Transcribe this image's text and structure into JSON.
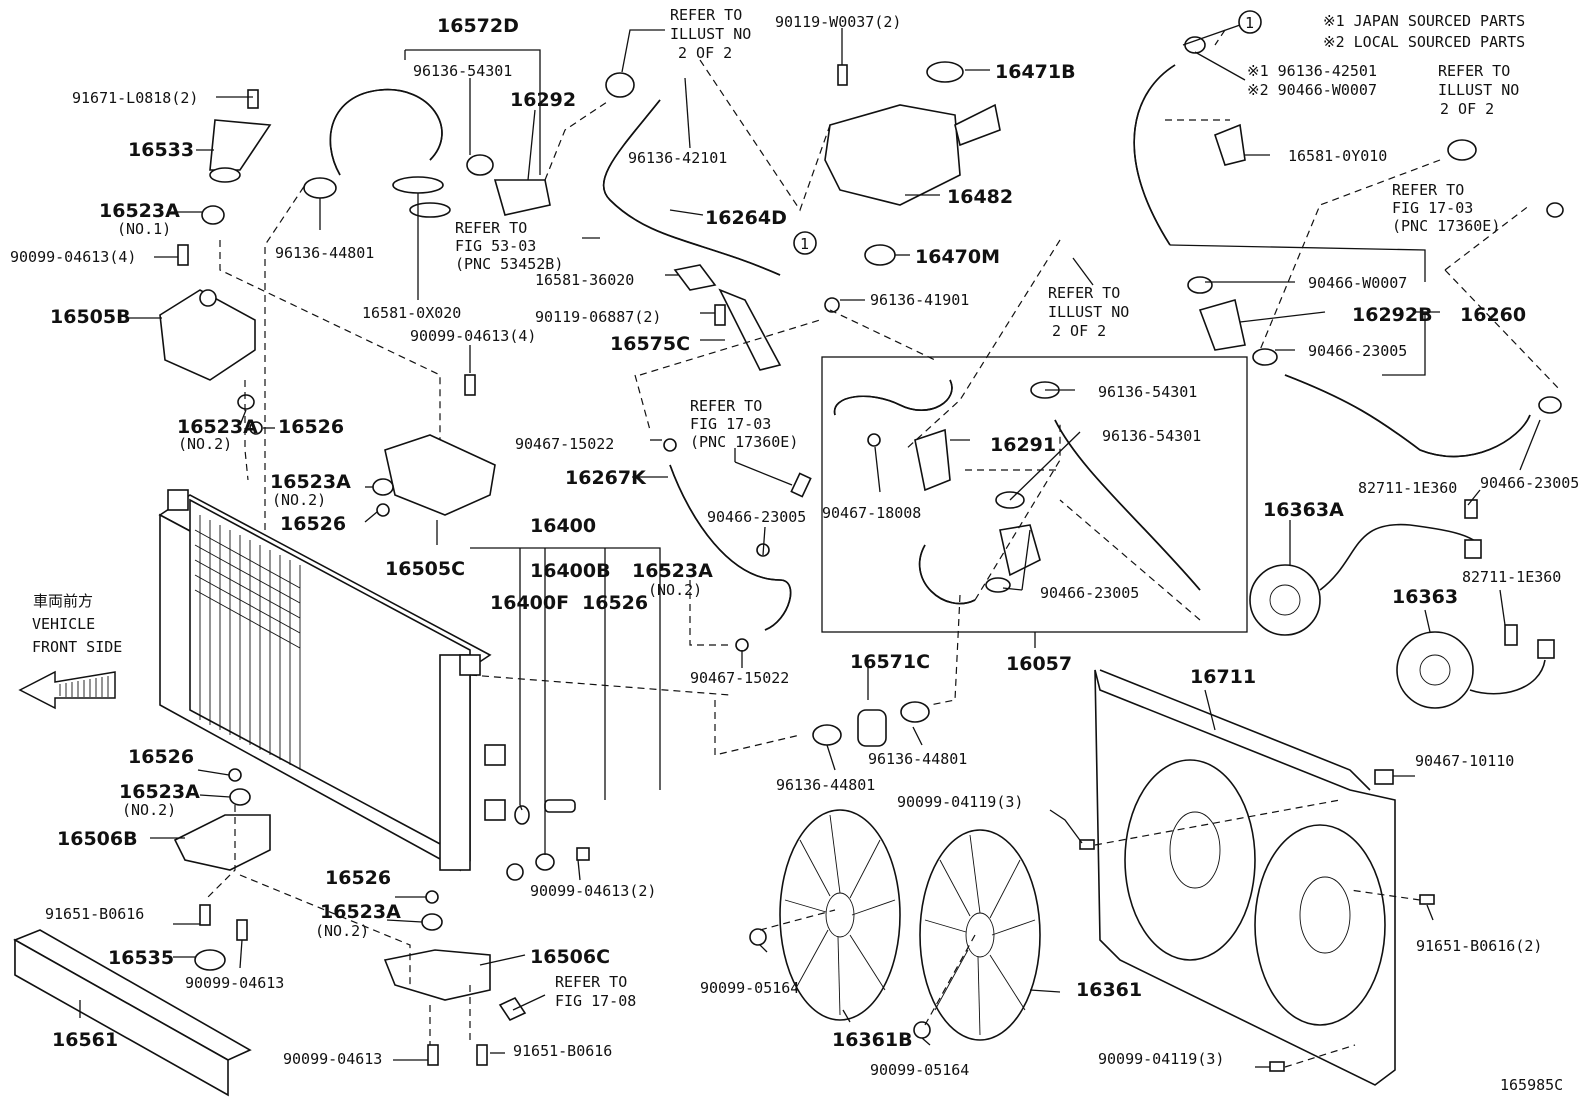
{
  "legend": {
    "japan": "※1 JAPAN SOURCED PARTS",
    "local": "※2 LOCAL SOURCED PARTS"
  },
  "direction": {
    "jp": "車両前方",
    "line1": "VEHICLE",
    "line2": "FRONT SIDE"
  },
  "diagram_code": "165985C",
  "callout_marker": "1",
  "labels": [
    {
      "id": "l01",
      "text": "16572D",
      "big": true
    },
    {
      "id": "l02",
      "text": "96136-54301"
    },
    {
      "id": "l03",
      "text": "16292",
      "big": true
    },
    {
      "id": "l04",
      "text": "91671-L0818(2)"
    },
    {
      "id": "l05",
      "text": "16533",
      "big": true
    },
    {
      "id": "l06",
      "text": "16523A",
      "big": true
    },
    {
      "id": "l07",
      "text": "(NO.1)"
    },
    {
      "id": "l08",
      "text": "90099-04613(4)"
    },
    {
      "id": "l09",
      "text": "16505B",
      "big": true
    },
    {
      "id": "l10",
      "text": "96136-44801"
    },
    {
      "id": "l11",
      "text": "16581-0X020"
    },
    {
      "id": "l12",
      "text": "90099-04613(4)"
    },
    {
      "id": "l13",
      "text": "16526",
      "big": true
    },
    {
      "id": "l14",
      "text": "16523A",
      "big": true
    },
    {
      "id": "l15",
      "text": "(NO.2)"
    },
    {
      "id": "l16",
      "text": "16523A",
      "big": true
    },
    {
      "id": "l17",
      "text": "(NO.2)"
    },
    {
      "id": "l18",
      "text": "16526",
      "big": true
    },
    {
      "id": "l19",
      "text": "16505C",
      "big": true
    },
    {
      "id": "l20",
      "text": "REFER TO"
    },
    {
      "id": "l21",
      "text": "ILLUST NO"
    },
    {
      "id": "l22",
      "text": "2 OF 2"
    },
    {
      "id": "l23",
      "text": "96136-42101"
    },
    {
      "id": "l24",
      "text": "REFER TO"
    },
    {
      "id": "l25",
      "text": "FIG 53-03"
    },
    {
      "id": "l26",
      "text": "(PNC 53452B)"
    },
    {
      "id": "l27",
      "text": "16264D",
      "big": true
    },
    {
      "id": "l28",
      "text": "16581-36020"
    },
    {
      "id": "l29",
      "text": "90119-06887(2)"
    },
    {
      "id": "l30",
      "text": "16575C",
      "big": true
    },
    {
      "id": "l31",
      "text": "90119-W0037(2)"
    },
    {
      "id": "l32",
      "text": "16471B",
      "big": true
    },
    {
      "id": "l33",
      "text": "16482",
      "big": true
    },
    {
      "id": "l34",
      "text": "16470M",
      "big": true
    },
    {
      "id": "l35",
      "text": "96136-41901"
    },
    {
      "id": "l36",
      "text": "REFER TO"
    },
    {
      "id": "l37",
      "text": "ILLUST NO"
    },
    {
      "id": "l38",
      "text": "2 OF 2"
    },
    {
      "id": "l39",
      "text": "※1 96136-42501"
    },
    {
      "id": "l40",
      "text": "※2 90466-W0007"
    },
    {
      "id": "l41",
      "text": "REFER TO"
    },
    {
      "id": "l42",
      "text": "ILLUST NO"
    },
    {
      "id": "l43",
      "text": "2 OF 2"
    },
    {
      "id": "l44",
      "text": "16581-0Y010"
    },
    {
      "id": "l45",
      "text": "REFER TO"
    },
    {
      "id": "l46",
      "text": "FIG 17-03"
    },
    {
      "id": "l47",
      "text": "(PNC 17360E)"
    },
    {
      "id": "l48",
      "text": "90466-W0007"
    },
    {
      "id": "l49",
      "text": "16292B",
      "big": true
    },
    {
      "id": "l50",
      "text": "16260",
      "big": true
    },
    {
      "id": "l51",
      "text": "90466-23005"
    },
    {
      "id": "l52",
      "text": "90466-23005"
    },
    {
      "id": "l53",
      "text": "96136-54301"
    },
    {
      "id": "l54",
      "text": "96136-54301"
    },
    {
      "id": "l55",
      "text": "16291",
      "big": true
    },
    {
      "id": "l56",
      "text": "90467-18008"
    },
    {
      "id": "l57",
      "text": "90466-23005"
    },
    {
      "id": "l58",
      "text": "16057",
      "big": true
    },
    {
      "id": "l59",
      "text": "90467-15022"
    },
    {
      "id": "l60",
      "text": "REFER TO"
    },
    {
      "id": "l61",
      "text": "FIG 17-03"
    },
    {
      "id": "l62",
      "text": "(PNC 17360E)"
    },
    {
      "id": "l63",
      "text": "16267K",
      "big": true
    },
    {
      "id": "l64",
      "text": "90466-23005"
    },
    {
      "id": "l65",
      "text": "90467-15022"
    },
    {
      "id": "l66",
      "text": "16400",
      "big": true
    },
    {
      "id": "l67",
      "text": "16400B",
      "big": true
    },
    {
      "id": "l68",
      "text": "16523A",
      "big": true
    },
    {
      "id": "l69",
      "text": "(NO.2)"
    },
    {
      "id": "l70",
      "text": "16400F",
      "big": true
    },
    {
      "id": "l71",
      "text": "16526",
      "big": true
    },
    {
      "id": "l72",
      "text": "16571C",
      "big": true
    },
    {
      "id": "l73",
      "text": "96136-44801"
    },
    {
      "id": "l74",
      "text": "96136-44801"
    },
    {
      "id": "l75",
      "text": "82711-1E360"
    },
    {
      "id": "l76",
      "text": "16363A",
      "big": true
    },
    {
      "id": "l77",
      "text": "82711-1E360"
    },
    {
      "id": "l78",
      "text": "16363",
      "big": true
    },
    {
      "id": "l79",
      "text": "16711",
      "big": true
    },
    {
      "id": "l80",
      "text": "90467-10110"
    },
    {
      "id": "l81",
      "text": "90099-04119(3)"
    },
    {
      "id": "l82",
      "text": "91651-B0616(2)"
    },
    {
      "id": "l83",
      "text": "90099-05164"
    },
    {
      "id": "l84",
      "text": "16361",
      "big": true
    },
    {
      "id": "l85",
      "text": "16361B",
      "big": true
    },
    {
      "id": "l86",
      "text": "90099-05164"
    },
    {
      "id": "l87",
      "text": "90099-04119(3)"
    },
    {
      "id": "l88",
      "text": "16526",
      "big": true
    },
    {
      "id": "l89",
      "text": "16523A",
      "big": true
    },
    {
      "id": "l90",
      "text": "(NO.2)"
    },
    {
      "id": "l91",
      "text": "16506B",
      "big": true
    },
    {
      "id": "l92",
      "text": "91651-B0616"
    },
    {
      "id": "l93",
      "text": "16535",
      "big": true
    },
    {
      "id": "l94",
      "text": "90099-04613"
    },
    {
      "id": "l95",
      "text": "16561",
      "big": true
    },
    {
      "id": "l96",
      "text": "16526",
      "big": true
    },
    {
      "id": "l97",
      "text": "16523A",
      "big": true
    },
    {
      "id": "l98",
      "text": "(NO.2)"
    },
    {
      "id": "l99",
      "text": "16506C",
      "big": true
    },
    {
      "id": "l100",
      "text": "REFER TO"
    },
    {
      "id": "l101",
      "text": "FIG 17-08"
    },
    {
      "id": "l102",
      "text": "90099-04613"
    },
    {
      "id": "l103",
      "text": "91651-B0616"
    },
    {
      "id": "l104",
      "text": "90099-04613(2)"
    }
  ]
}
